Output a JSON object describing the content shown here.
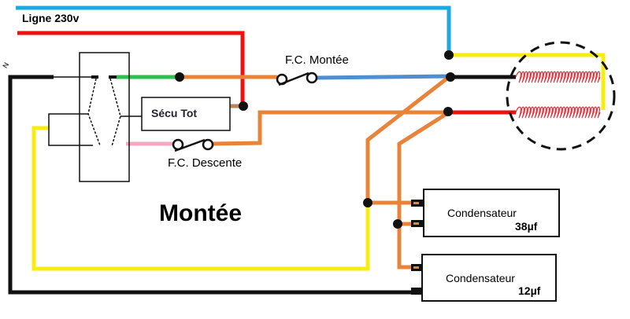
{
  "labels": {
    "line": "Ligne 230v",
    "limit_up": "F.C. Montée",
    "limit_down": "F.C. Descente",
    "safety": "Sécu Tot",
    "mode": "Montée",
    "neutral_mark": "N"
  },
  "capacitors": [
    {
      "name": "Condensateur",
      "value": "38µf"
    },
    {
      "name": "Condensateur",
      "value": "12µf"
    }
  ],
  "colors": {
    "blue": "#1aa9e0",
    "red": "#ee1111",
    "green": "#2fbf4f",
    "orange": "#e8843a",
    "lightblue": "#4f8fd0",
    "yellow": "#f8ec10",
    "pink": "#f4a8c0",
    "coil": "#e0303a"
  }
}
